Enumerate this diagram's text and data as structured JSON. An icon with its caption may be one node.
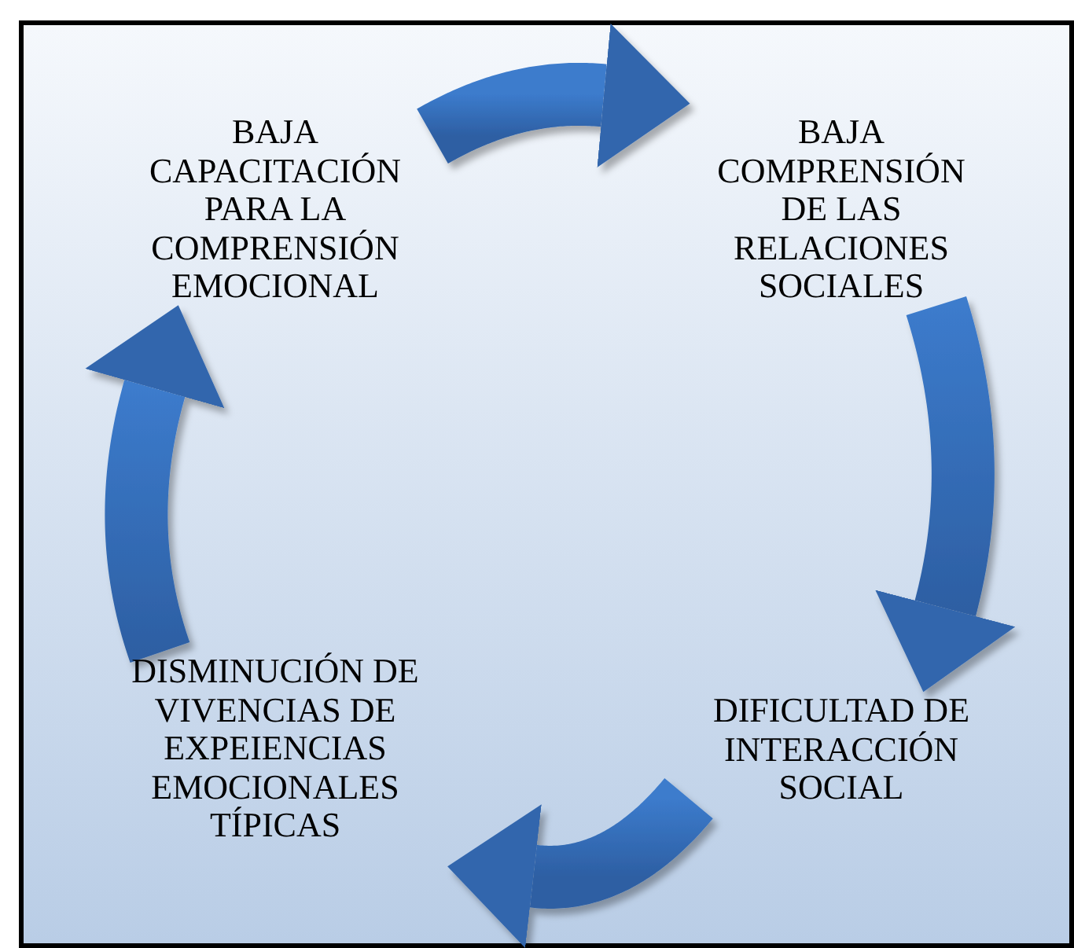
{
  "diagram": {
    "nodes": [
      {
        "text": [
          "BAJA CAPACITACIÓN PARA LA COMPRENSIÓN EMOCIONAL"
        ]
      },
      {
        "text": [
          "BAJA COMPRENSIÓN DE LAS RELACIONES SOCIALES"
        ]
      },
      {
        "text": [
          "DIFICULTAD DE INTERACCIÓN SOCIAL"
        ]
      },
      {
        "text": [
          "DISMINUCIÓN DE VIVENCIAS DE EXPEIENCIAS EMOCIONALES TÍPICAS"
        ]
      }
    ],
    "edges": [
      {
        "from": 0,
        "to": 1,
        "arrow": "to"
      },
      {
        "from": 1,
        "to": 2,
        "arrow": "to"
      },
      {
        "from": 2,
        "to": 3,
        "arrow": "to"
      },
      {
        "from": 3,
        "to": 0,
        "arrow": "to"
      }
    ]
  }
}
